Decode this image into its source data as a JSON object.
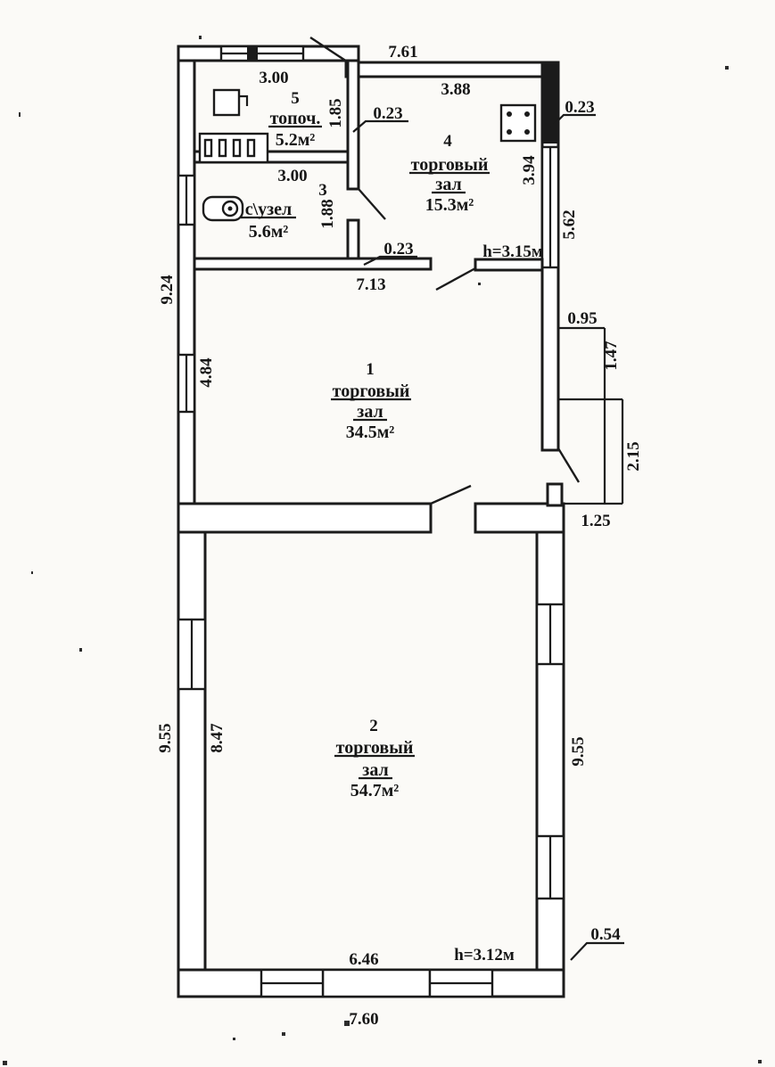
{
  "rooms": {
    "room5": {
      "number": "5",
      "name": "топоч.",
      "area": "5.2м²"
    },
    "room3": {
      "number": "3",
      "name": "с\\узел",
      "area": "5.6м²"
    },
    "room4": {
      "number": "4",
      "name_line1": "торговый",
      "name_line2": "зал",
      "area": "15.3м²"
    },
    "room1": {
      "number": "1",
      "name_line1": "торговый",
      "name_line2": "зал",
      "area": "34.5м²"
    },
    "room2": {
      "number": "2",
      "name_line1": "торговый",
      "name_line2": "зал",
      "area": "54.7м²"
    }
  },
  "dimensions": {
    "overall_top": "7.61",
    "room5_window": "3.00",
    "room4_width": "3.88",
    "wall_thickness_top": "0.23",
    "wall_thickness_right": "0.23",
    "wall_thickness_mid": "0.23",
    "room5_depth": "1.85",
    "room3_width": "3.00",
    "room3_depth": "1.88",
    "right_window_upper": "3.94",
    "right_wall_upper": "5.62",
    "left_wall_upper": "9.24",
    "room1_left": "4.84",
    "room1_width": "7.13",
    "ceiling_height_upper": "h=3.15м",
    "annex_top": "0.95",
    "annex_side_upper": "1.47",
    "annex_side_lower": "2.15",
    "annex_bottom": "1.25",
    "left_wall_lower": "9.55",
    "room2_left": "8.47",
    "right_wall_lower": "9.55",
    "room2_bottom": "6.46",
    "ceiling_height_lower": "h=3.12м",
    "wall_thickness_bottom": "0.54",
    "overall_bottom": "7.60"
  }
}
